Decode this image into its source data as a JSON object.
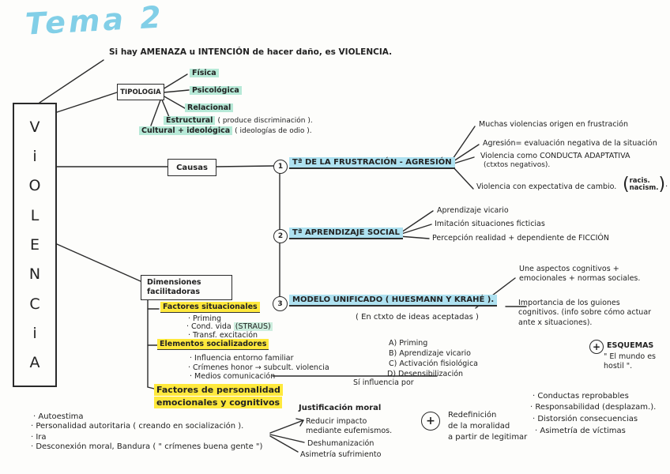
{
  "title": "Tema 2",
  "definition": "Si hay AMENAZA u INTENCIÓN de hacer daño, es VIOLENCIA.",
  "root_word": {
    "letters": [
      "V",
      "i",
      "O",
      "L",
      "E",
      "N",
      "C",
      "i",
      "A"
    ]
  },
  "tipologia": {
    "box_label": "TIPOLOGIA",
    "items": [
      {
        "label": "Física",
        "note": ""
      },
      {
        "label": "Psicológica",
        "note": ""
      },
      {
        "label": "Relacional",
        "note": ""
      },
      {
        "label": "Estructural",
        "note": "( produce discriminación )."
      },
      {
        "label": "Cultural + ideológica",
        "note": "( ideologías de odio )."
      }
    ]
  },
  "causas": {
    "box_label": "Causas",
    "theories": [
      {
        "number": "1",
        "title": "Tª DE LA FRUSTRACIÓN - AGRESIÓN",
        "notes": [
          {
            "text": "Muchas violencias origen en frustración"
          },
          {
            "text": "Agresión= evaluación negativa de la situación"
          },
          {
            "text": "Violencia como CONDUCTA ADAPTATIVA",
            "sub": "(ctxtos negativos)."
          },
          {
            "text": "Violencia con expectativa de cambio.",
            "paren_open": "(",
            "paren_top": "racis.",
            "paren_bottom": "nacism.",
            "paren_close": ")",
            "after": "."
          }
        ]
      },
      {
        "number": "2",
        "title": "Tª APRENDIZAJE SOCIAL",
        "notes": [
          {
            "text": "Aprendizaje vicario"
          },
          {
            "text": "Imitación situaciones ficticias"
          },
          {
            "text": "Percepción realidad + dependiente de FICCIÓN"
          }
        ]
      },
      {
        "number": "3",
        "title": "MODELO UNIFICADO ( HUESMANN Y KRAHÉ ).",
        "subtitle": "( En ctxto de ideas aceptadas )",
        "notes": [
          {
            "text": "Une aspectos cognitivos + emocionales + normas sociales."
          },
          {
            "text": "Importancia de los guiones cognitivos. (info sobre cómo actuar ante x situaciones)."
          }
        ],
        "esquemas": {
          "plus": "+",
          "label": "ESQUEMAS",
          "quote": "\" El mundo es hostil \"."
        }
      }
    ]
  },
  "dimensiones": {
    "box_lines": [
      "Dimensiones",
      "facilitadoras"
    ],
    "groups": [
      {
        "header": "Factores situacionales",
        "items": [
          {
            "text": "· Priming"
          },
          {
            "text": "· Cond. vida",
            "tag": "(STRAUS)"
          },
          {
            "text": "· Transf. excitación"
          }
        ]
      },
      {
        "header": "Elementos socializadores",
        "items": [
          {
            "text": "· Influencia entorno familiar"
          },
          {
            "text": "· Crímenes honor → subcult. violencia"
          },
          {
            "text": "· Medios comunicación"
          }
        ],
        "connector_label": "Sí influencia por"
      },
      {
        "header_lines": [
          "Factores de personalidad",
          "emocionales y cognitivos"
        ]
      }
    ]
  },
  "media_effects": {
    "items": [
      "A) Priming",
      "B) Aprendizaje vicario",
      "C) Activación fisiológica",
      "D) Desensibilización"
    ]
  },
  "personalidad_items": [
    "· Autoestima",
    "· Personalidad autoritaria ( creando en socialización ).",
    "· Ira",
    "· Desconexión moral, Bandura ( \" crímenes buena gente \")"
  ],
  "justificacion": {
    "title": "Justificación moral",
    "items": [
      "Reducir impacto mediante eufemismos.",
      "Deshumanización",
      "Asimetría sufrimiento"
    ]
  },
  "redefinicion": {
    "plus": "+",
    "lines": [
      "Redefinición",
      "de la moralidad",
      "a partir de legitimar"
    ]
  },
  "mecanismos_items": [
    "· Conductas reprobables",
    "· Responsabilidad (desplazam.).",
    "· Distorsión consecuencias",
    "· Asimetría de víctimas"
  ],
  "colors": {
    "ink": "#222222",
    "highlight_blue": "#aee1f0",
    "highlight_green": "#b7e9d7",
    "highlight_yellow": "#ffe93d",
    "title_blue": "#82cfe7"
  }
}
